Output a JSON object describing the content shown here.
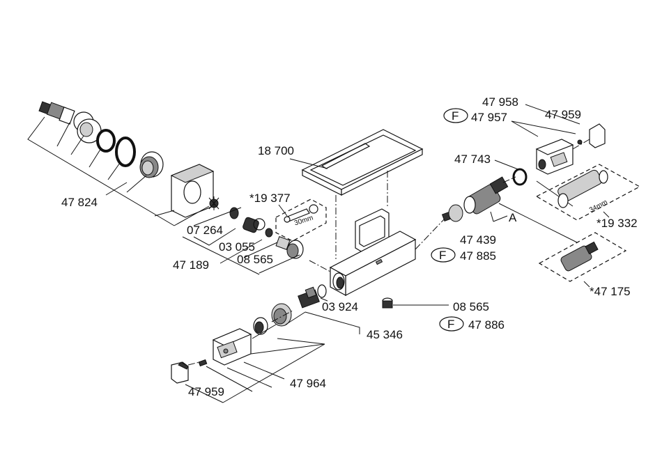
{
  "labels": {
    "p47824": "47 824",
    "p07264": "07 264",
    "p03055": "03 055",
    "p47189": "47 189",
    "p08565_top": "08 565",
    "p18700": "18 700",
    "p19377": "*19 377",
    "wrench_size": "30mm",
    "p47958": "47 958",
    "p47957": "47 957",
    "p47959_top": "47 959",
    "f_mark": "F",
    "p47743": "47 743",
    "p19332": "*19 332",
    "hex_size": "34mm",
    "p47439": "47 439",
    "p47885": "47 885",
    "marker_a": "A",
    "p47175": "*47 175",
    "p03924": "03 924",
    "p08565_bottom": "08 565",
    "p47886": "47 886",
    "p45346": "45 346",
    "p47964": "47 964",
    "p47959_bottom": "47 959"
  }
}
